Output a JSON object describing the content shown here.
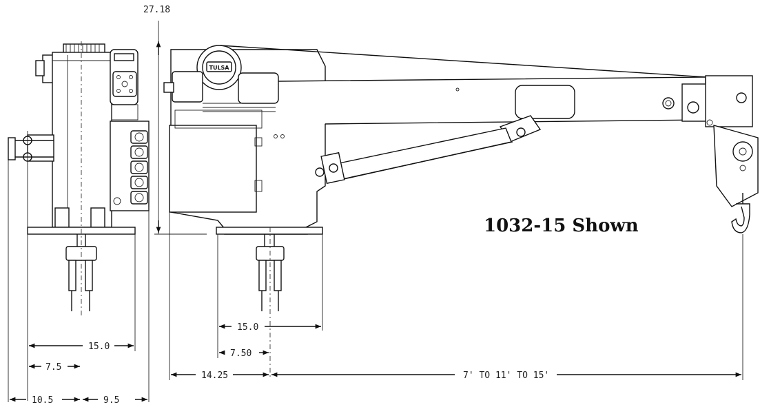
{
  "title": "1032-15 Shown",
  "dimensions": {
    "height": "27.18",
    "side_base_width": "15.0",
    "side_half_width": "7.5",
    "side_left_offset": "10.5",
    "side_right_offset": "9.5",
    "front_base_width": "15.0",
    "front_half_width": "7.50",
    "front_mount_offset": "14.25",
    "boom_reach": "7' TO 11' TO 15'"
  },
  "label_text": "TULSA",
  "colors": {
    "line": "#111111",
    "background": "#ffffff"
  }
}
